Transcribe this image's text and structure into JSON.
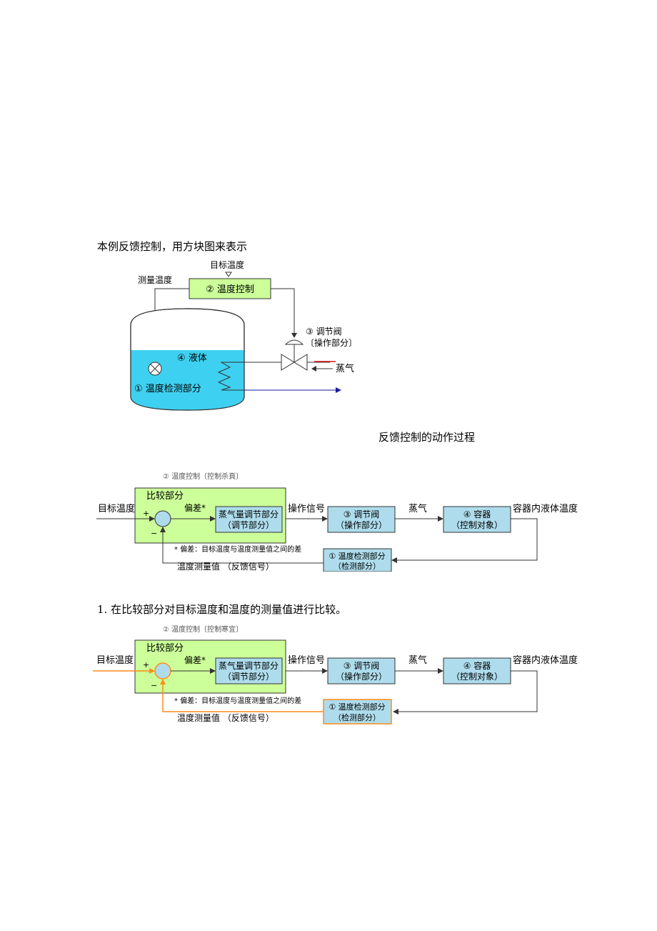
{
  "intro_text": "本例反馈控制，用方块图来表示",
  "tank_diagram": {
    "target_temp": "目标温度",
    "measured_temp": "测量温度",
    "controller": "② 温度控制",
    "valve_line1": "③ 调节阀",
    "valve_line2": "〔操作部分〕",
    "liquid": "④ 液体",
    "sensor": "① 温度检测部分",
    "steam": "蒸气"
  },
  "process_title": "反馈控制的动作过程",
  "block_diagram_1": {
    "caption": "② 温度控制〔控制杀頁〕",
    "compare": "比较部分",
    "target": "目标温度",
    "plus": "+",
    "minus": "−",
    "deviation": "偏差*",
    "regulator_line1": "蒸气量调节部分",
    "regulator_line2": "（调节部分）",
    "signal": "操作信号",
    "valve_line1": "③ 调节阀",
    "valve_line2": "（操作部分）",
    "steam": "蒸气",
    "vessel_line1": "④ 容器",
    "vessel_line2": "（控制对象）",
    "output": "容器内液体温度",
    "footnote": "* 偏差：目标温度与温度测量值之间的差",
    "detector_line1": "① 温度检测部分",
    "detector_line2": "（检测部分）",
    "feedback": "温度测量值 （反馈信号）"
  },
  "step1_text": "1. 在比较部分对目标温度和温度的测量值进行比较。",
  "block_diagram_2": {
    "caption": "② 温度控制〔控制寒宜〕",
    "compare": "比较部分",
    "target": "目标温度",
    "plus": "+",
    "minus": "−",
    "deviation": "偏差*",
    "regulator_line1": "蒸气量调节部分",
    "regulator_line2": "（调节部分）",
    "signal": "操作信号",
    "valve_line1": "③ 调节阀",
    "valve_line2": "（操作部分）",
    "steam": "蒸气",
    "vessel_line1": "④ 容器",
    "vessel_line2": "（控制对象）",
    "output": "容器内液体温度",
    "footnote": "* 偏差：目标温度与温度测量值之间的差",
    "detector_line1": "① 温度检测部分",
    "detector_line2": "（检测部分）",
    "feedback": "温度测量值 （反馈信号）"
  },
  "colors": {
    "compare_fill": "#ccff99",
    "box_fill": "#aedcec",
    "liquid_fill": "#3ed0f0",
    "highlight": "#ff8c1a",
    "arrow_blue": "#1a1aa0",
    "steam_red": "#d01010"
  }
}
